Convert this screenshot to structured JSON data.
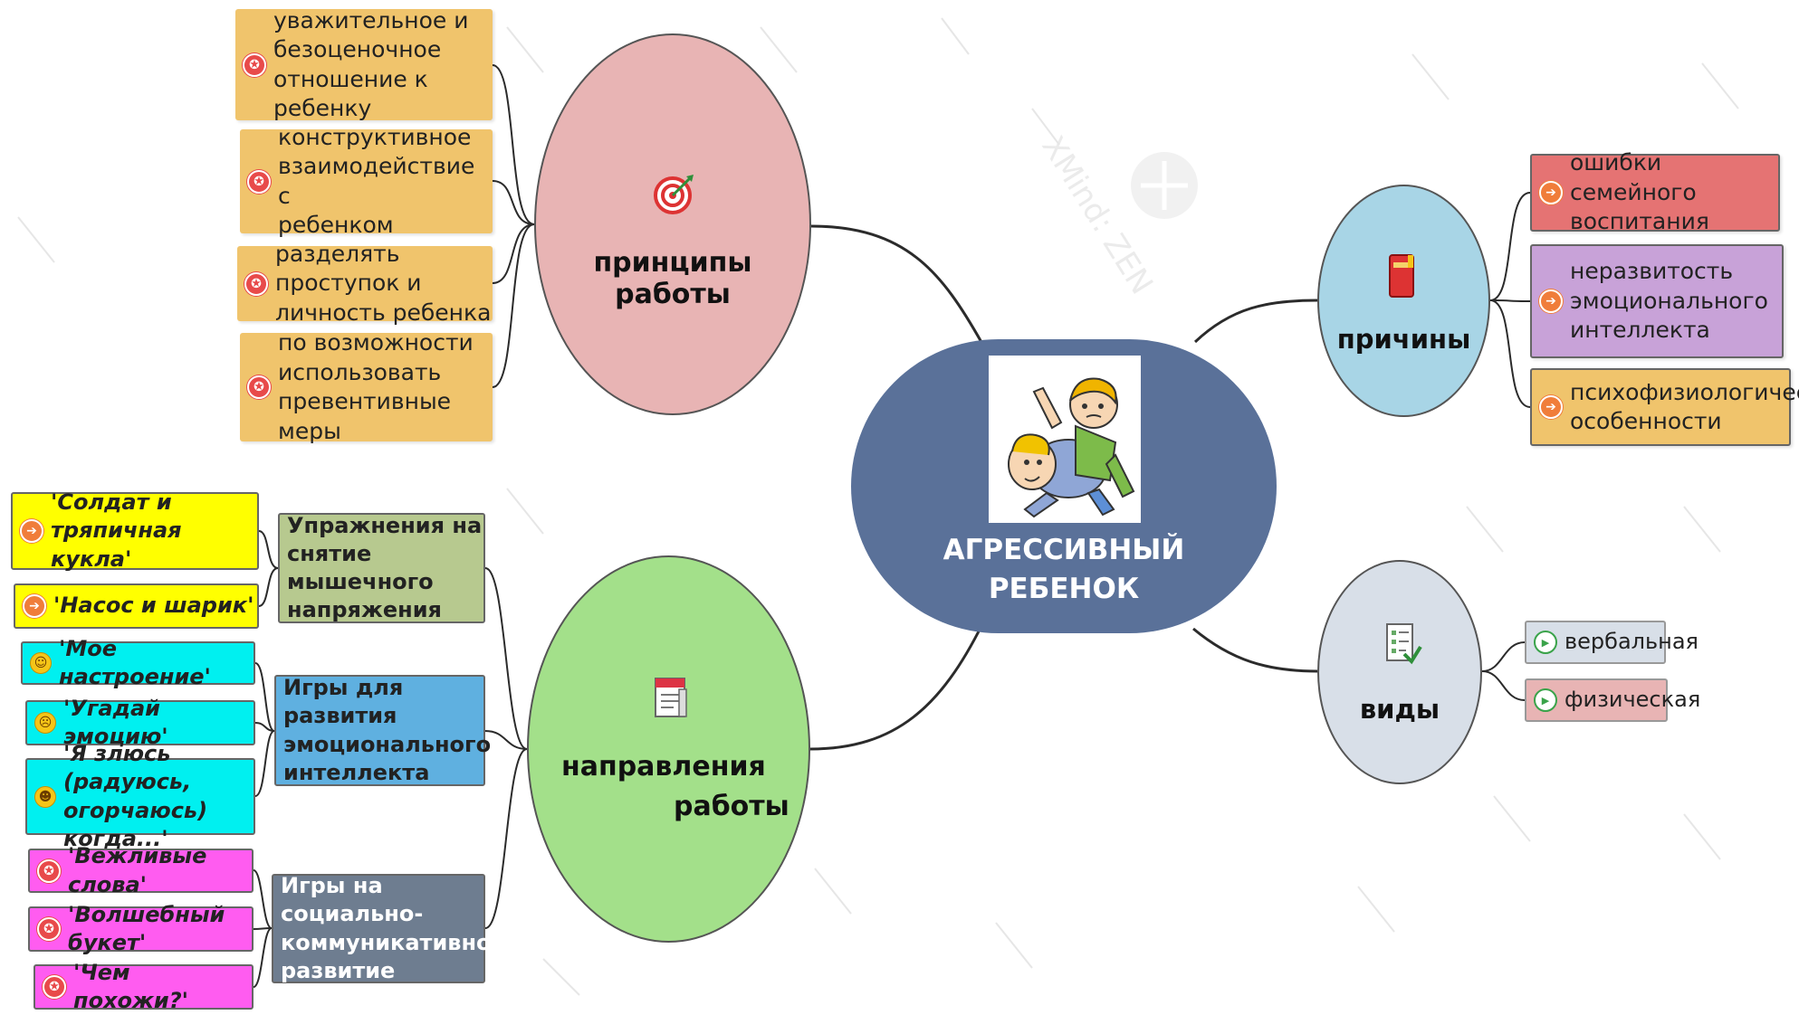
{
  "central": {
    "title": "АГРЕССИВНЫЙ\nРЕБЕНОК"
  },
  "nodes": {
    "principles": {
      "label": "принципы работы"
    },
    "directions": {
      "label_line1": "направления",
      "label_line2": "работы"
    },
    "causes": {
      "label": "причины"
    },
    "types": {
      "label": "виды"
    }
  },
  "principles_items": [
    "уважительное и\nбезоценочное\nотношение к ребенку",
    "конструктивное\nвзаимодействие с\nребенком",
    "разделять проступок и\nличность ребенка",
    "по возможности\nиспользовать\nпревентивные меры"
  ],
  "direction_categories": [
    "Упражнения на\nснятие мышечного\nнапряжения",
    "Игры для развития\nэмоционального\nинтеллекта",
    "Игры на социально-\nкоммуникативное\nразвитие"
  ],
  "direction_items": {
    "muscle": [
      "'Солдат и тряпичная\nкукла'",
      "'Насос и шарик'"
    ],
    "emotional": [
      "'Мое настроение'",
      "'Угадай эмоцию'",
      "'Я злюсь (радуюсь,\nогорчаюсь) когда...'"
    ],
    "social": [
      "'Вежливые слова'",
      "'Волшебный букет'",
      "'Чем похожи?'"
    ]
  },
  "causes_items": [
    "ошибки семейного\nвоспитания",
    "неразвитость\nэмоционального\nинтеллекта",
    "психофизиологические\nособенности"
  ],
  "types_items": [
    "вербальная",
    "физическая"
  ],
  "watermark": "XMind: ZEN",
  "colors": {
    "central": "#5a7199",
    "principles": "#e8b4b4",
    "directions": "#a3e08a",
    "causes": "#a8d5e6",
    "types": "#d8dfe8",
    "item_yellow": "#f0c46c",
    "cause_red": "#e57373",
    "cause_purple": "#c8a2d8",
    "cat_green": "#b7c98f",
    "cat_blue": "#5fb0e0",
    "cat_gray": "#6e7d90",
    "bright_yellow": "#ffff00",
    "cyan": "#00f0f0",
    "magenta": "#ff5cf0"
  }
}
